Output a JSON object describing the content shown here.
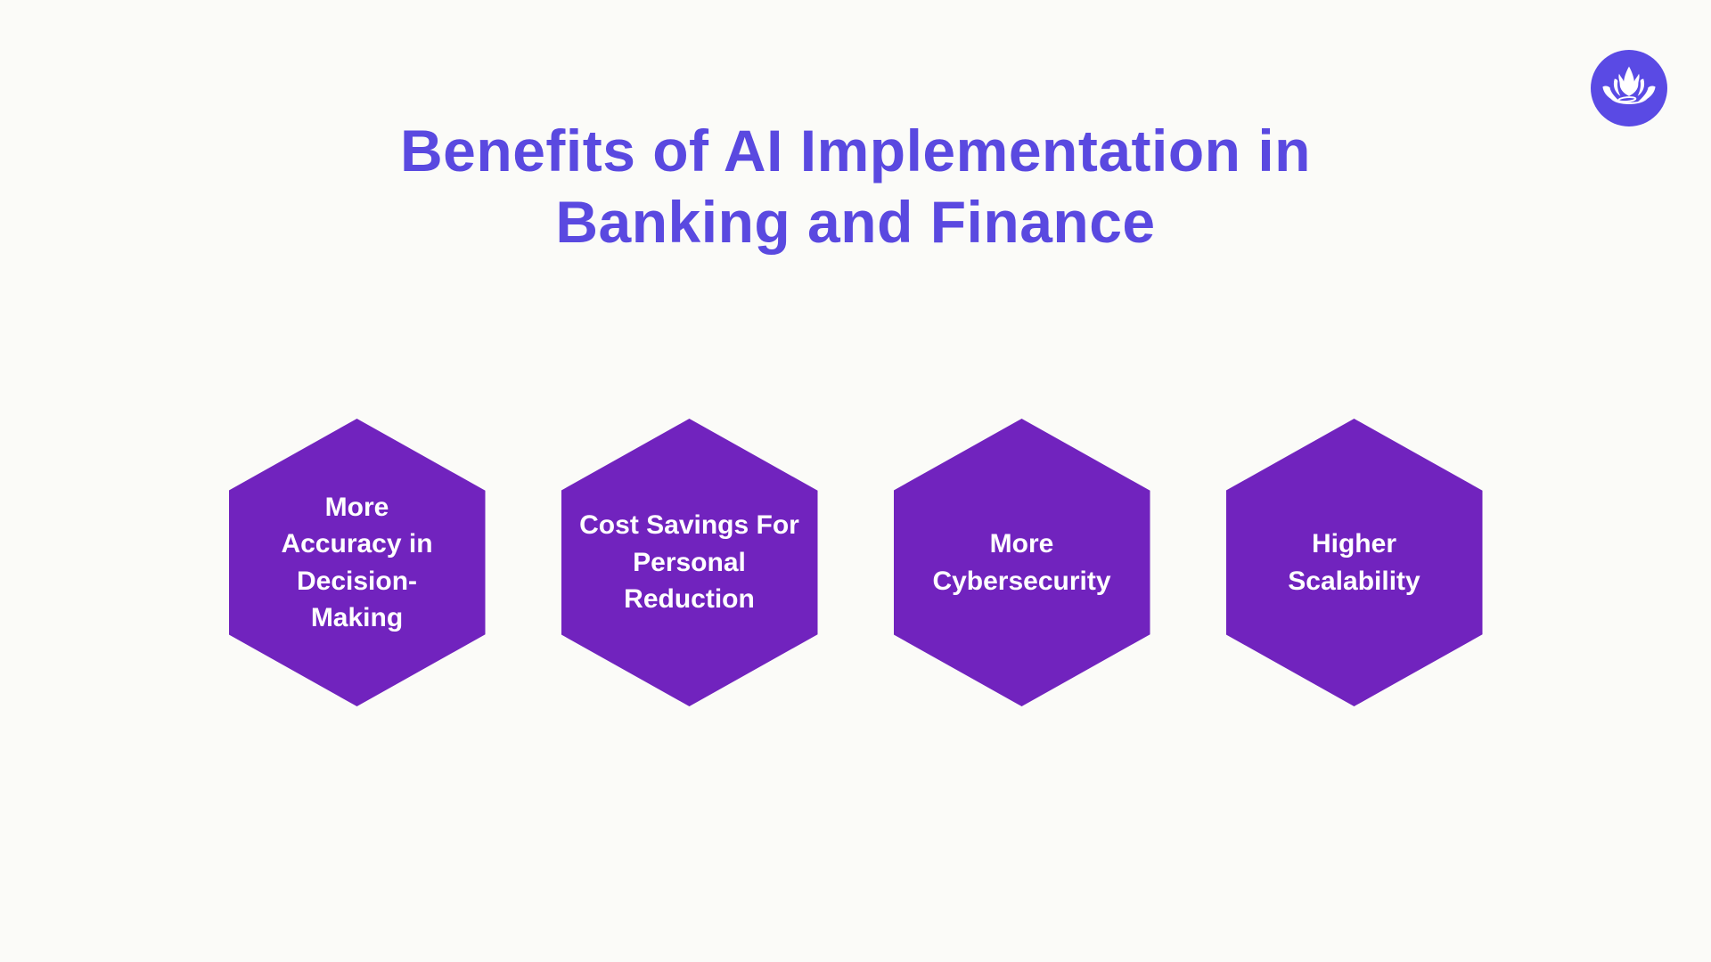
{
  "colors": {
    "background": "#FBFBF8",
    "title": "#5A49E0",
    "logo": "#5A4AE4",
    "hexagon": "#7123BE",
    "hexagon_text": "#FFFFFF"
  },
  "title": {
    "text": "Benefits of AI Implementation in\nBanking and Finance"
  },
  "logo": {
    "icon": "lotus-flower-icon"
  },
  "hexagons": {
    "items": [
      {
        "label": "More\nAccuracy in\nDecision-\nMaking"
      },
      {
        "label": "Cost Savings For\nPersonal\nReduction"
      },
      {
        "label": "More\nCybersecurity"
      },
      {
        "label": "Higher\nScalability"
      }
    ]
  }
}
